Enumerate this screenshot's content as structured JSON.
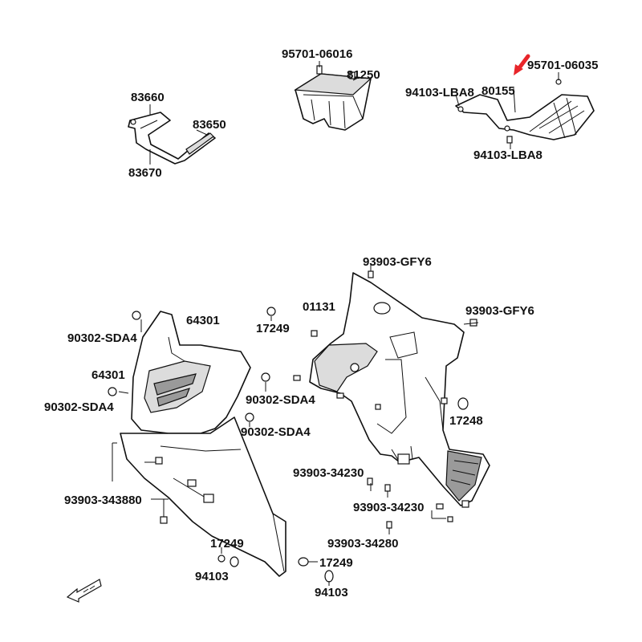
{
  "labels": [
    {
      "id": "l83660",
      "text": "83660"
    },
    {
      "id": "l83650",
      "text": "83650"
    },
    {
      "id": "l83670",
      "text": "83670"
    },
    {
      "id": "l95701a",
      "text": "95701-06016"
    },
    {
      "id": "l81250",
      "text": "81250"
    },
    {
      "id": "l95701b",
      "text": "95701-06035"
    },
    {
      "id": "l80155",
      "text": "80155"
    },
    {
      "id": "l94103a",
      "text": "94103-LBA8"
    },
    {
      "id": "l94103b",
      "text": "94103-LBA8"
    },
    {
      "id": "l93903g1",
      "text": "93903-GFY6"
    },
    {
      "id": "l93903g2",
      "text": "93903-GFY6"
    },
    {
      "id": "l01131",
      "text": "01131"
    },
    {
      "id": "l17249a",
      "text": "17249"
    },
    {
      "id": "l64301a",
      "text": "64301"
    },
    {
      "id": "l90302a",
      "text": "90302-SDA4"
    },
    {
      "id": "l64301b",
      "text": "64301"
    },
    {
      "id": "l90302b",
      "text": "90302-SDA4"
    },
    {
      "id": "l90302c",
      "text": "90302-SDA4"
    },
    {
      "id": "l90302d",
      "text": "90302-SDA4"
    },
    {
      "id": "l17248",
      "text": "17248"
    },
    {
      "id": "l93903_34230a",
      "text": "93903-34230"
    },
    {
      "id": "l93903_34230b",
      "text": "93903-34230"
    },
    {
      "id": "l93903_343880",
      "text": "93903-343880"
    },
    {
      "id": "l93903_34280",
      "text": "93903-34280"
    },
    {
      "id": "l17249b",
      "text": "17249"
    },
    {
      "id": "l94103c",
      "text": "94103"
    },
    {
      "id": "l17249c",
      "text": "17249"
    },
    {
      "id": "l94103d",
      "text": "94103"
    }
  ],
  "colors": {
    "line": "#111111",
    "highlight_arrow": "#e8252a",
    "fill_dark": "#9a9a9a",
    "fill_light": "#dcdcdc"
  },
  "icons": {
    "direction_arrow": "front-direction-arrow-icon",
    "highlight": "red-pointer-arrow-icon"
  }
}
